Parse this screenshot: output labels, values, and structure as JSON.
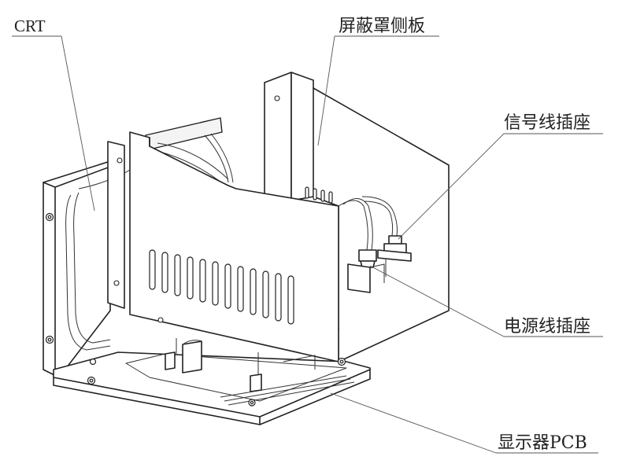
{
  "labels": {
    "crt": "CRT",
    "shield_side_panel": "屏蔽罩侧板",
    "signal_socket": "信号线插座",
    "power_socket": "电源线插座",
    "display_pcb": "显示器PCB"
  }
}
